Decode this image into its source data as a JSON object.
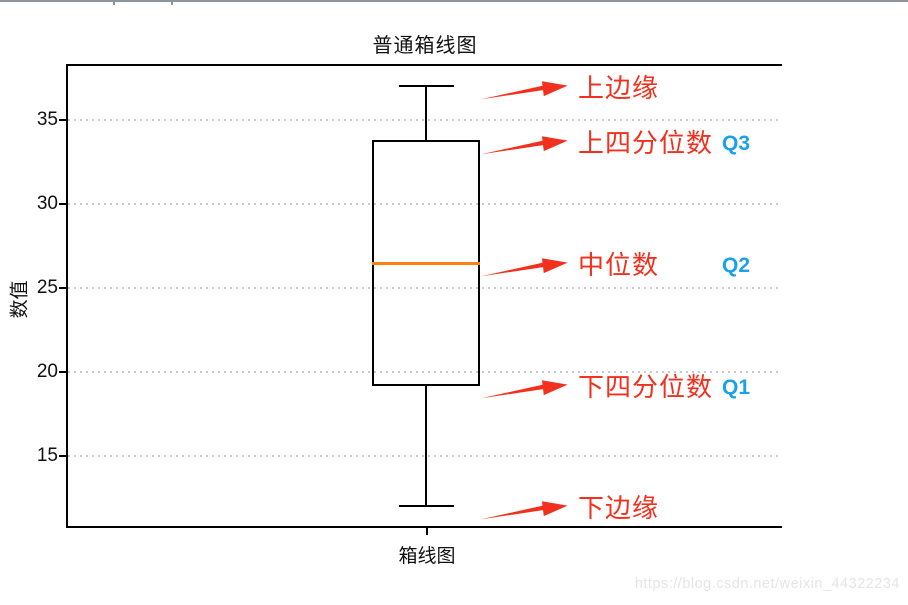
{
  "chart": {
    "title": "普通箱线图",
    "y_label": "数值",
    "x_label": "箱线图",
    "watermark": "https://blog.csdn.net/weixin_44322234"
  },
  "chart_data": {
    "type": "box",
    "title": "普通箱线图",
    "xlabel": "箱线图",
    "ylabel": "数值",
    "categories": [
      "箱线图"
    ],
    "stats": {
      "min": 12,
      "q1": 19.25,
      "median": 26.5,
      "q3": 33.75,
      "max": 37
    },
    "yticks": [
      35,
      30,
      25,
      20,
      15
    ],
    "ylim": [
      10.8,
      38.3
    ],
    "grid": "dotted-horizontal",
    "annotations": [
      {
        "label": "上边缘",
        "q": "",
        "stat": "max"
      },
      {
        "label": "上四分位数",
        "q": "Q3",
        "stat": "q3"
      },
      {
        "label": "中位数",
        "q": "Q2",
        "stat": "median"
      },
      {
        "label": "下四分位数",
        "q": "Q1",
        "stat": "q1"
      },
      {
        "label": "下边缘",
        "q": "",
        "stat": "min"
      }
    ]
  },
  "colors": {
    "annotation_red": "#f2301e",
    "q_label_blue": "#1ba1e8",
    "median_orange": "#ff8113",
    "gridline_gray": "#cbcbcb",
    "watermark_gray": "#e5e5e5",
    "top_strip_gray": "#8f959d"
  }
}
